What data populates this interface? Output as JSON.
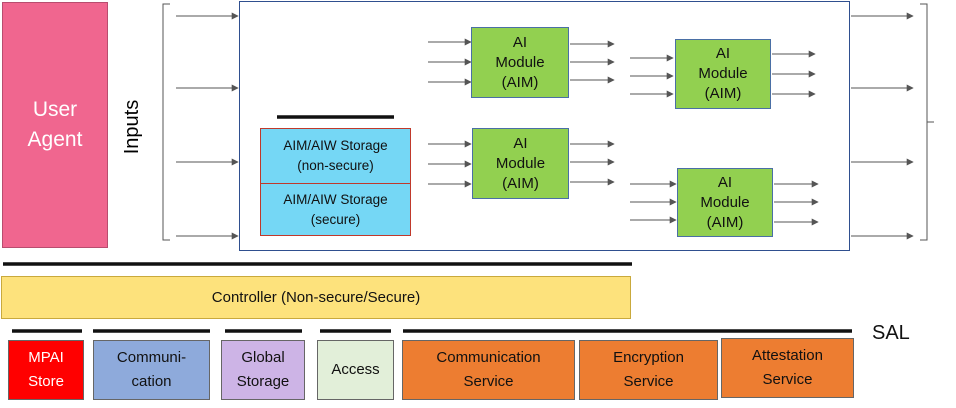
{
  "user_agent": {
    "label": "User\nAgent",
    "color": "#f0668f"
  },
  "inputs_label": "Inputs",
  "aim_label": "AI\nModule\n(AIM)",
  "storage": {
    "non_secure": "AIM/AIW Storage\n(non-secure)",
    "secure": "AIM/AIW Storage\n(secure)"
  },
  "controller": {
    "label": "Controller (Non-secure/Secure)",
    "color": "#fde27c"
  },
  "sal_label": "SAL",
  "services": [
    {
      "label": "MPAI\nStore",
      "color": "#ff0000"
    },
    {
      "label": "Communi-\ncation",
      "color": "#8eaadb"
    },
    {
      "label": "Global\nStorage",
      "color": "#cdb4e6"
    },
    {
      "label": "Access",
      "color": "#e2efd9"
    },
    {
      "label": "Communication\nService",
      "color": "#ed7d31"
    },
    {
      "label": "Encryption\nService",
      "color": "#ed7d31"
    },
    {
      "label": "Attestation\nService",
      "color": "#ed7d31"
    }
  ]
}
